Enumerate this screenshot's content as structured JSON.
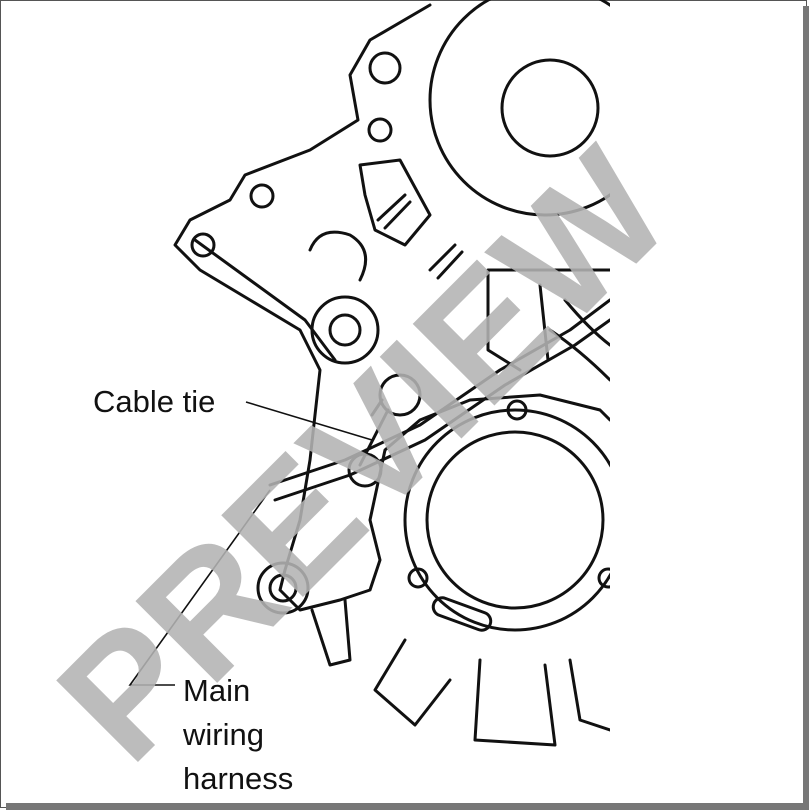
{
  "callouts": {
    "cable_tie": "Cable tie",
    "main_wiring_harness": [
      "Main",
      "wiring",
      "harness"
    ]
  },
  "watermark": {
    "text": "PREVIEW",
    "color": "#b3b3b3"
  },
  "colors": {
    "line": "#111111",
    "fill_light": "#ffffff",
    "fill_grey": "#cfcfcf"
  }
}
